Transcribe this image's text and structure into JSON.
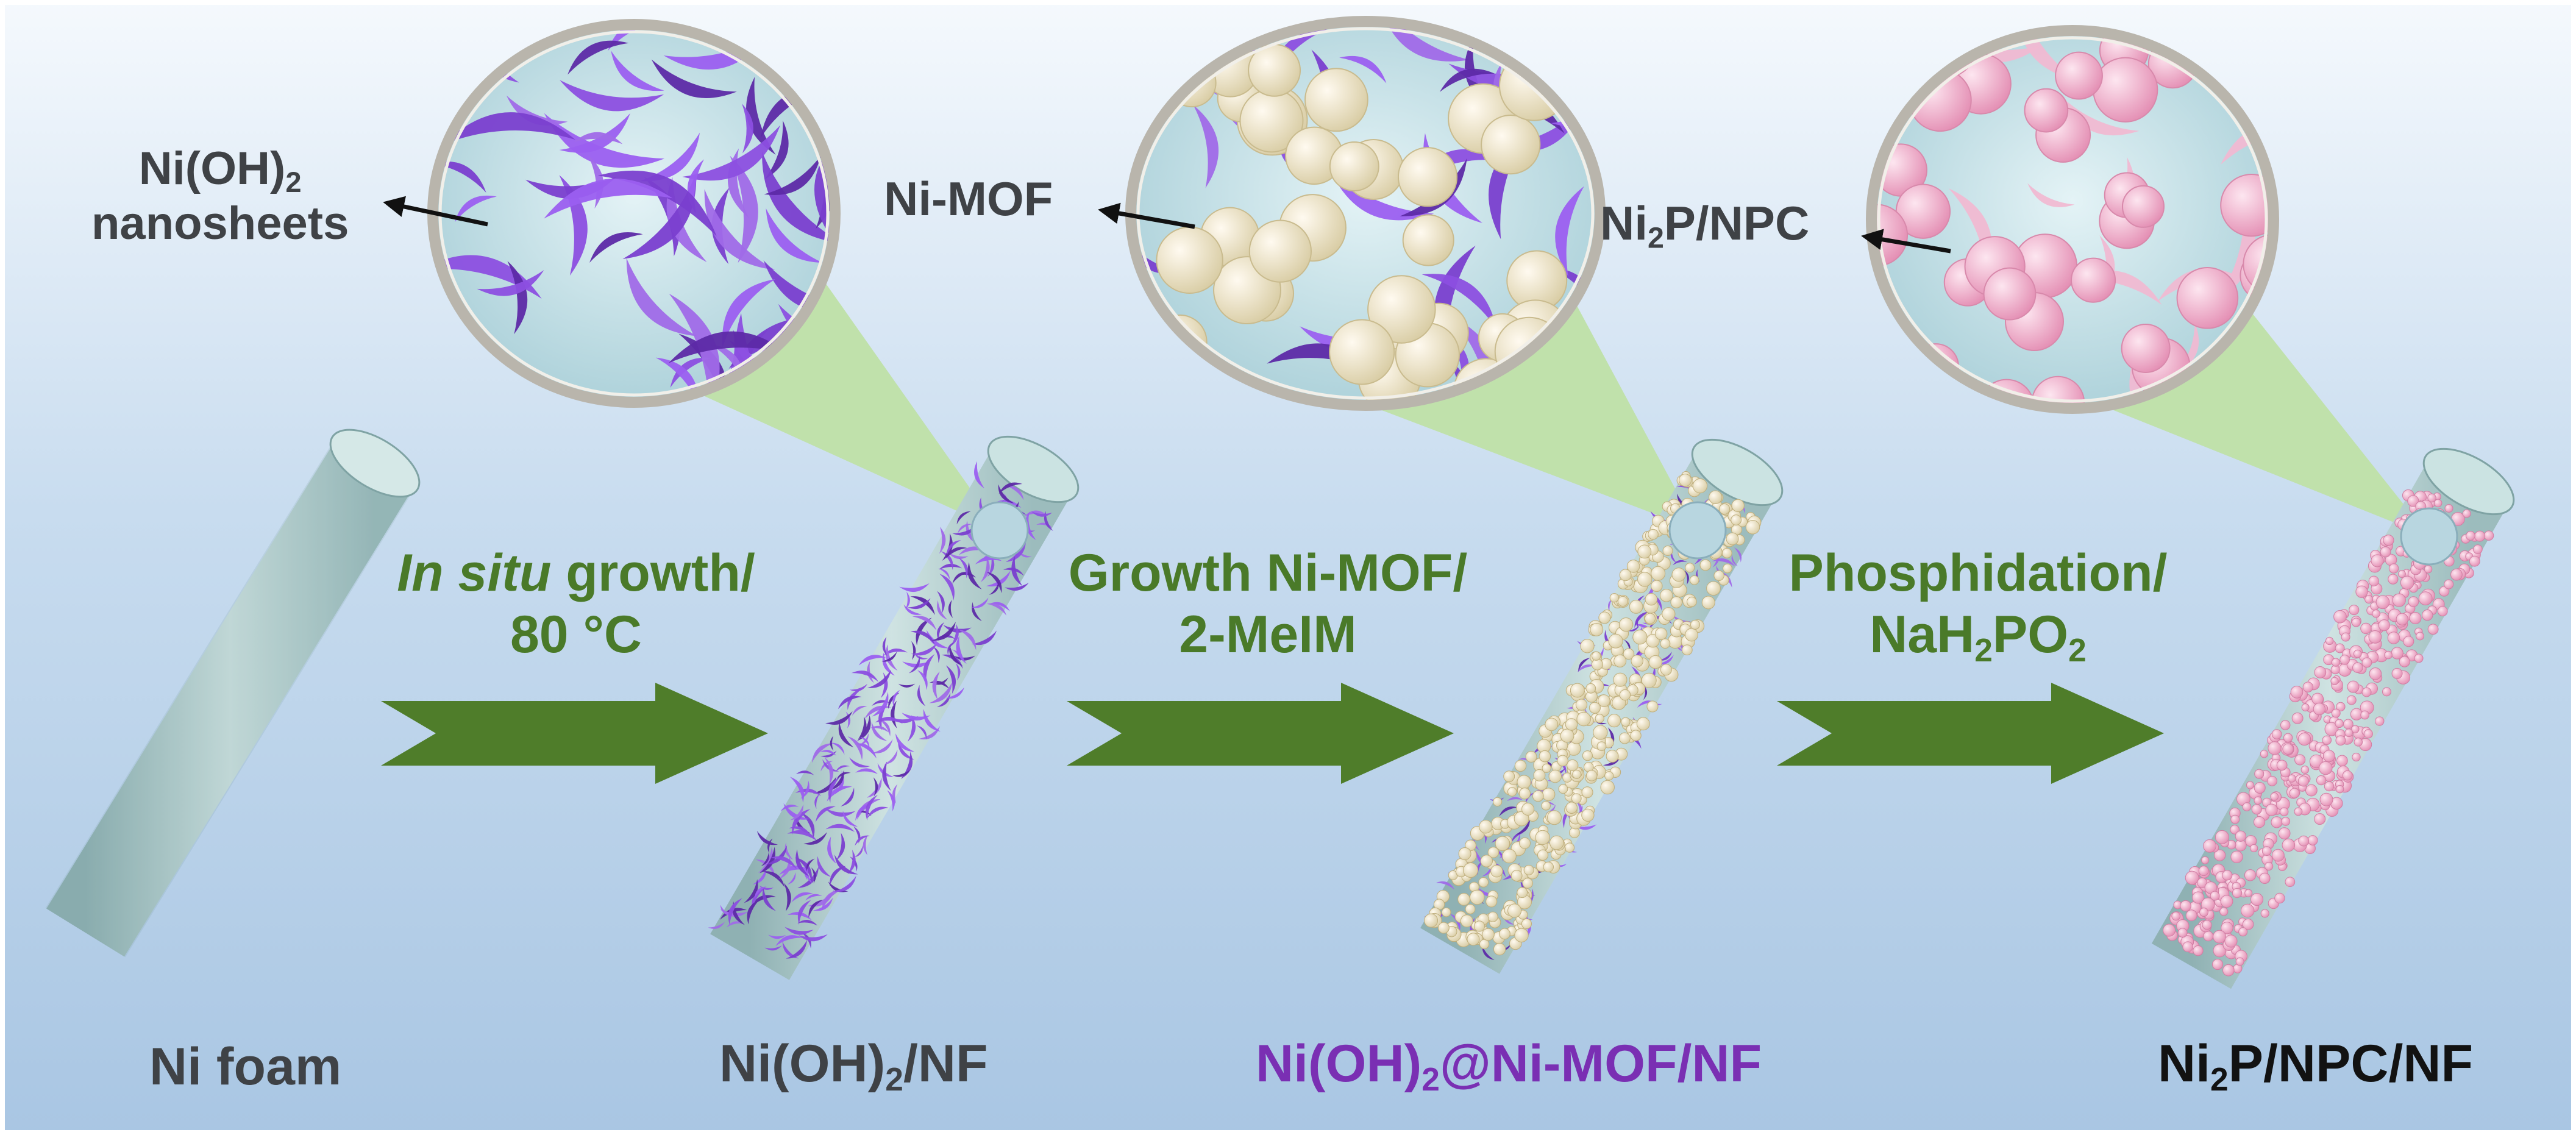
{
  "colors": {
    "background_top": "#f5f9fd",
    "background_bottom": "#a9c6e3",
    "arrow_green": "#4f7d2a",
    "label_green": "#4a7a29",
    "label_purple": "#7a2fb3",
    "label_gray": "#3f4246",
    "rod_fill": "#b9d3d3",
    "cone_green": "#bfe0a6",
    "sheet_purple": "#8c4fe0",
    "mof_cream": "#efe6c6",
    "np_pink": "#f2b6cf"
  },
  "icons": [
    "ni-foam-rod",
    "process-arrow",
    "magnifier-circle",
    "zoom-cone",
    "nanosheet",
    "mof-particle",
    "phosphide-particle",
    "callout-arrow"
  ],
  "callouts": {
    "nanosheets": {
      "line1_pre": "Ni(OH)",
      "line1_sub": "2",
      "line2": "nanosheets"
    },
    "mof": {
      "text": "Ni-MOF"
    },
    "phosphide": {
      "pre": "Ni",
      "sub": "2",
      "post": "P/NPC"
    }
  },
  "steps": {
    "step1": {
      "italic": "In situ",
      "rest": " growth/",
      "line2": "80 °C"
    },
    "step2": {
      "line1": "Growth Ni-MOF/",
      "line2": "2-MeIM"
    },
    "step3": {
      "line1": "Phosphidation/",
      "line2_a": "NaH",
      "line2_sub1": "2",
      "line2_b": "PO",
      "line2_sub2": "2"
    }
  },
  "stages": {
    "s1": {
      "text": "Ni foam"
    },
    "s2": {
      "pre": "Ni(OH)",
      "sub": "2",
      "post": "/NF"
    },
    "s3": {
      "pre": "Ni(OH)",
      "sub": "2",
      "post": "@Ni-MOF/NF"
    },
    "s4": {
      "pre": "Ni",
      "sub": "2",
      "post": "P/NPC/NF"
    }
  }
}
